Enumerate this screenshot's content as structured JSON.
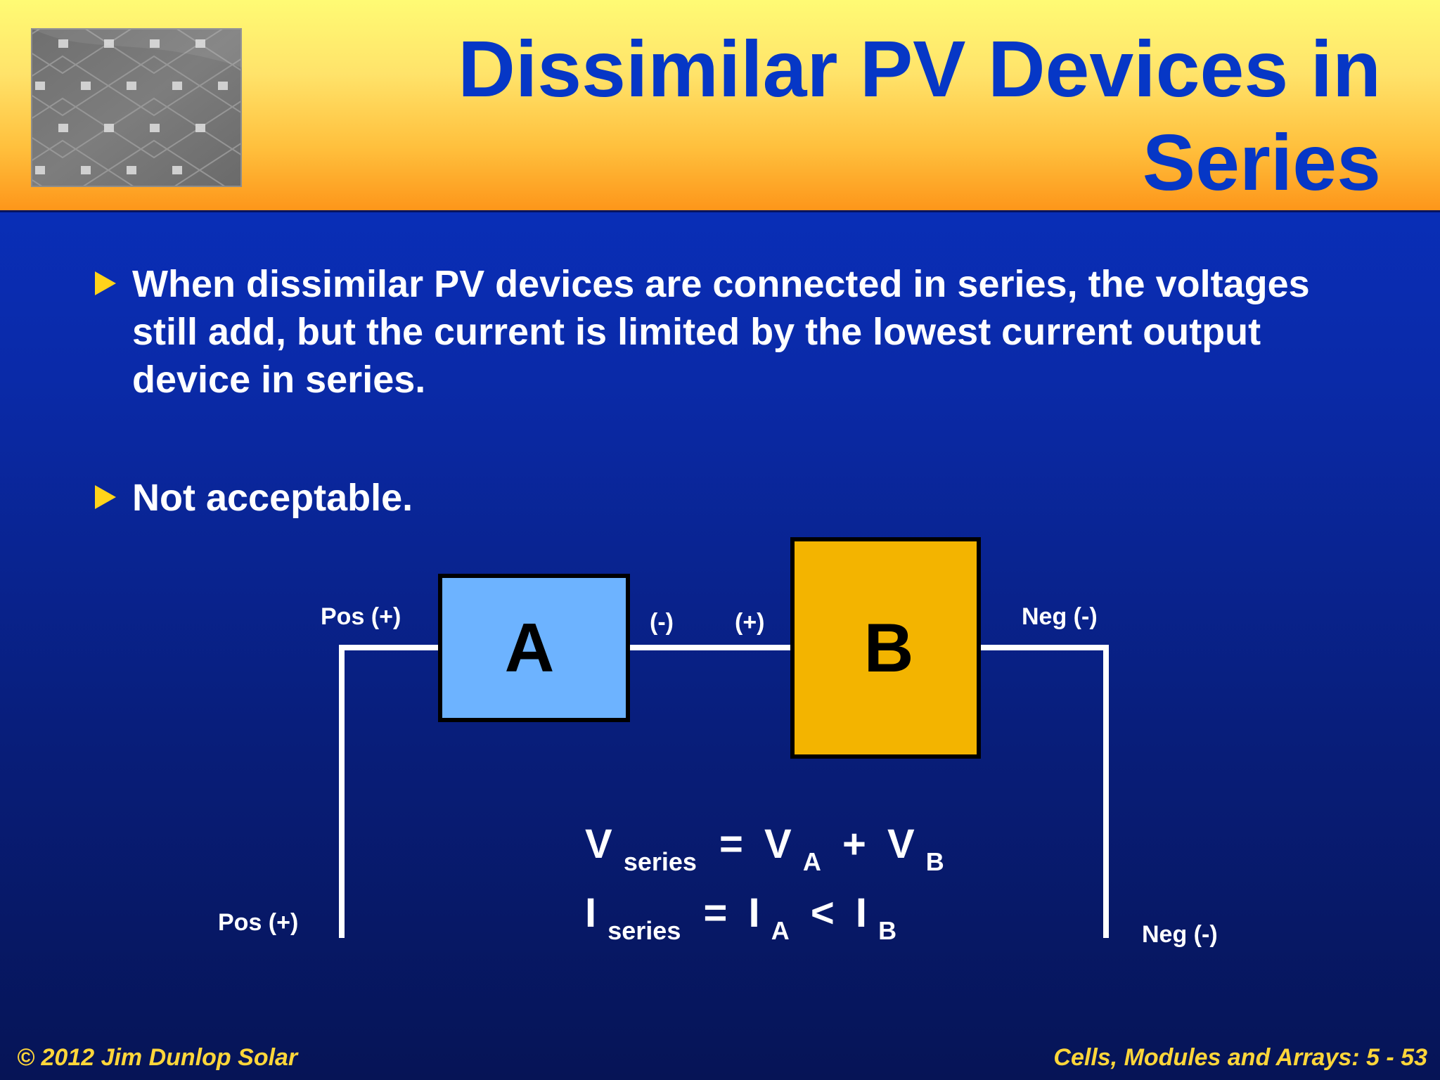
{
  "slide": {
    "title": "Dissimilar PV Devices in Series",
    "bullets": [
      "When dissimilar PV devices are connected in series, the voltages still add, but the current is limited by the lowest current output device in series.",
      "Not acceptable."
    ],
    "footer_left": "© 2012 Jim Dunlop Solar",
    "footer_right": "Cells, Modules and Arrays: 5 - 53"
  },
  "diagram": {
    "box_a_label": "A",
    "box_b_label": "B",
    "pos_label_top": "Pos (+)",
    "pos_label_bottom": "Pos (+)",
    "neg_label_top": "Neg (-)",
    "neg_label_bottom": "Neg (-)",
    "a_negative_terminal": "(-)",
    "b_positive_terminal": "(+)",
    "voltage_equation": {
      "v": "V",
      "series_subscript": "series",
      "equals": "=",
      "va_v": "V",
      "va_subscript": "A",
      "plus": "+",
      "vb_v": "V",
      "vb_subscript": "B"
    },
    "current_equation": {
      "i": "I",
      "series_subscript": "series",
      "equals": "=",
      "ia_i": "I",
      "ia_subscript": "A",
      "less_than": "<",
      "ib_i": "I",
      "ib_subscript": "B"
    }
  },
  "colors": {
    "header_yellow": "#fffb74",
    "header_orange": "#fd961a",
    "title_blue": "#0637c6",
    "background_blue": "#0833c9",
    "background_dark_blue": "#061456",
    "box_a_fill": "#6db3ff",
    "box_b_fill": "#f3b400",
    "bullet_marker": "#ffd31a",
    "footer_text": "#ffd63a"
  },
  "icons": {
    "bullet": "yellow-triangle-bullet-icon",
    "photo": "solar-panel-photo"
  }
}
